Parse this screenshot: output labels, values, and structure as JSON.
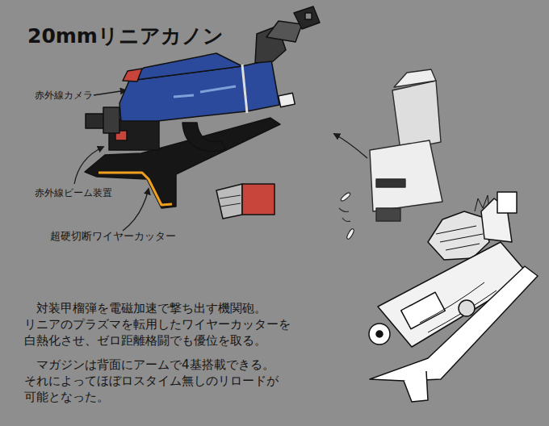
{
  "diagram": {
    "title": "20mmリニアカノン",
    "labels": [
      "赤外線カメラ",
      "赤外線ビーム装置",
      "超硬切断ワイヤーカッター",
      "対装甲榴弾を電磁加速で撃ち出す機関砲。 リニアのプラズマを転用したワイヤーカッターを 白熱化させ、ゼロ距離格闘でも優位を取る。",
      "マガジンは背面にアームで4基搭載できる。 それによってほぼロスタイム無しのリロードが 可能となった。"
    ]
  }
}
